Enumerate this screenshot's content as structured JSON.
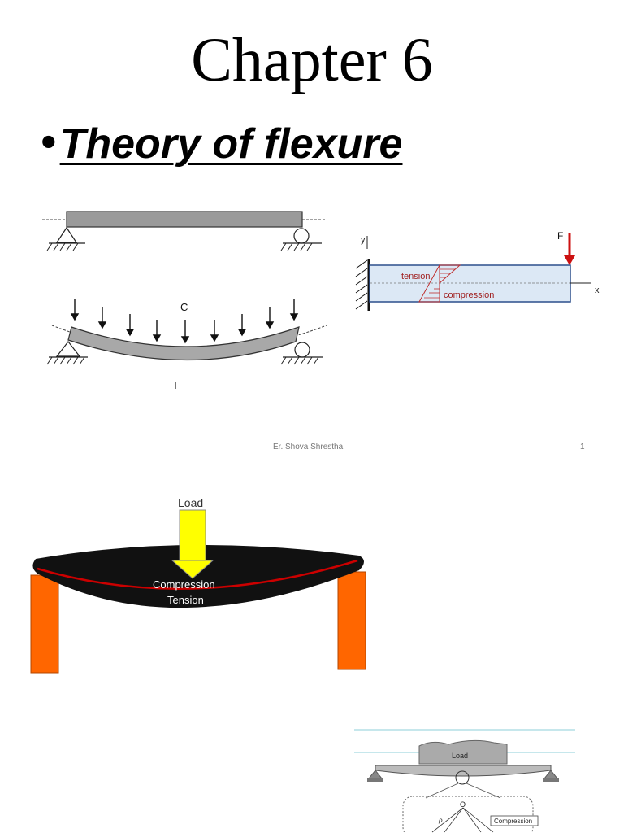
{
  "slide1": {
    "title": "Chapter 6",
    "bullet": "Theory of flexure",
    "simple_beam": {
      "top_label": "C",
      "bottom_label": "T"
    },
    "cantilever": {
      "axis_y": "y",
      "axis_x": "x",
      "force_label": "F",
      "tension_label": "tension",
      "compression_label": "compression"
    },
    "footer": {
      "author": "Er. Shova Shrestha",
      "page_number": "1"
    }
  },
  "slide2": {
    "load_label": "Load",
    "compression_label": "Compression",
    "tension_label": "Tension",
    "small_load_label": "Load",
    "small_compression_label": "Compression",
    "small_o_label": "O",
    "small_rho_label": "ρ"
  },
  "colors": {
    "load_arrow": "#ffff00",
    "support": "#ff6600",
    "neutral_axis_red": "#cc0000",
    "cantilever_fill": "#dce8f5",
    "cantilever_stroke": "#2c4f8c",
    "force_arrow": "#cc1111"
  }
}
